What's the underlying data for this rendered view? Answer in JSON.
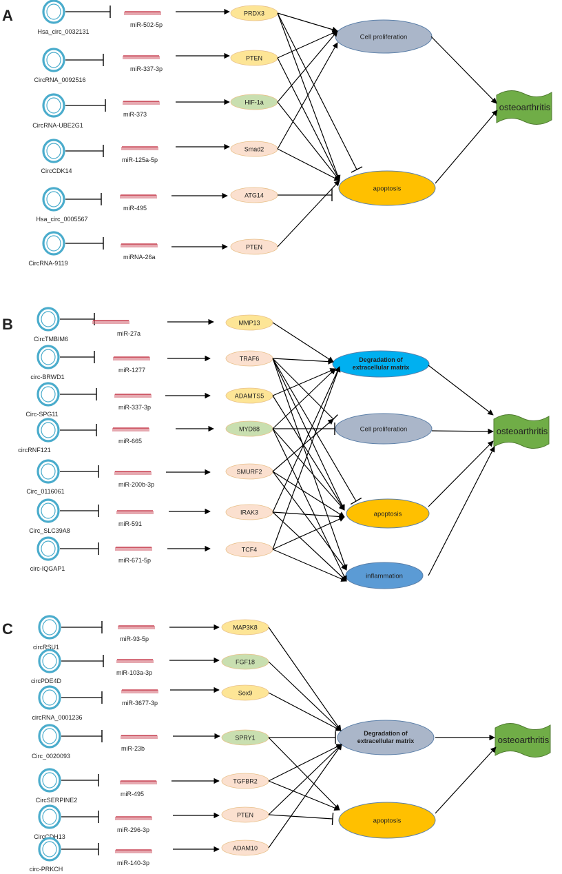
{
  "colors": {
    "circ_ring": "#4aaccc",
    "mirna": "#c0283a",
    "gene_yellow": "#fde596",
    "gene_green": "#c9dfb0",
    "gene_peach": "#fbe0cf",
    "gene_stroke": "#e8c08a",
    "cell_proliferation": "#aab6c9",
    "apoptosis": "#ffc000",
    "degradation_blue": "#00b0f0",
    "inflammation": "#5b9bd5",
    "osteoarthritis": "#70ad47",
    "arrow": "#000000"
  },
  "panels": [
    {
      "letter": "A",
      "circs": [
        "Hsa_circ_0032131",
        "CircRNA_0092516",
        "CircRNA-UBE2G1",
        "CircCDK14",
        "Hsa_circ_0005567",
        "CircRNA-9119"
      ],
      "mirnas": [
        "miR-502-5p",
        "miR-337-3p",
        "miR-373",
        "miR-125a-5p",
        "miR-495",
        "miRNA-26a"
      ],
      "genes": [
        {
          "label": "PRDX3",
          "color": "yellow"
        },
        {
          "label": "PTEN",
          "color": "yellow"
        },
        {
          "label": "HIF-1a",
          "color": "green"
        },
        {
          "label": "Smad2",
          "color": "peach"
        },
        {
          "label": "ATG14",
          "color": "peach"
        },
        {
          "label": "PTEN",
          "color": "peach"
        }
      ],
      "outcomes": [
        {
          "label": "Cell proliferation",
          "color": "cell_proliferation"
        },
        {
          "label": "apoptosis",
          "color": "apoptosis"
        }
      ],
      "endpoint": "osteoarthritis"
    },
    {
      "letter": "B",
      "circs": [
        "CircTMBIM6",
        "circ-BRWD1",
        "Circ-SPG11",
        "circRNF121",
        "Circ_0116061",
        "Circ_SLC39A8",
        "circ-IQGAP1"
      ],
      "mirnas": [
        "miR-27a",
        "miR-1277",
        "miR-337-3p",
        "miR-665",
        "miR-200b-3p",
        "miR-591",
        "miR-671-5p"
      ],
      "genes": [
        {
          "label": "MMP13",
          "color": "yellow"
        },
        {
          "label": "TRAF6",
          "color": "peach"
        },
        {
          "label": "ADAMTS5",
          "color": "yellow"
        },
        {
          "label": "MYD88",
          "color": "green"
        },
        {
          "label": "SMURF2",
          "color": "peach"
        },
        {
          "label": "IRAK3",
          "color": "peach"
        },
        {
          "label": "TCF4",
          "color": "peach"
        }
      ],
      "outcomes": [
        {
          "label": "Degradation of extracellular matrix",
          "lines": [
            "Degradation of",
            "extracellular matrix"
          ],
          "color": "degradation_blue"
        },
        {
          "label": "Cell proliferation",
          "color": "cell_proliferation"
        },
        {
          "label": "apoptosis",
          "color": "apoptosis"
        },
        {
          "label": "inflammation",
          "color": "inflammation"
        }
      ],
      "endpoint": "osteoarthritis"
    },
    {
      "letter": "C",
      "circs": [
        "circRSU1",
        "circPDE4D",
        "circRNA_0001236",
        "Circ_0020093",
        "CircSERPINE2",
        "CircCDH13",
        "circ-PRKCH"
      ],
      "mirnas": [
        "miR-93-5p",
        "miR-103a-3p",
        "miR-3677-3p",
        "miR-23b",
        "miR-495",
        "miR-296-3p",
        "miR-140-3p"
      ],
      "genes": [
        {
          "label": "MAP3K8",
          "color": "yellow"
        },
        {
          "label": "FGF18",
          "color": "green"
        },
        {
          "label": "Sox9",
          "color": "yellow"
        },
        {
          "label": "SPRY1",
          "color": "green"
        },
        {
          "label": "TGFBR2",
          "color": "peach"
        },
        {
          "label": "PTEN",
          "color": "peach"
        },
        {
          "label": "ADAM10",
          "color": "peach"
        }
      ],
      "outcomes": [
        {
          "label": "Degradation of extracellular matrix",
          "lines": [
            "Degradation of",
            "extracellular matrix"
          ],
          "color": "cell_proliferation"
        },
        {
          "label": "apoptosis",
          "color": "apoptosis"
        }
      ],
      "endpoint": "osteoarthritis"
    }
  ]
}
